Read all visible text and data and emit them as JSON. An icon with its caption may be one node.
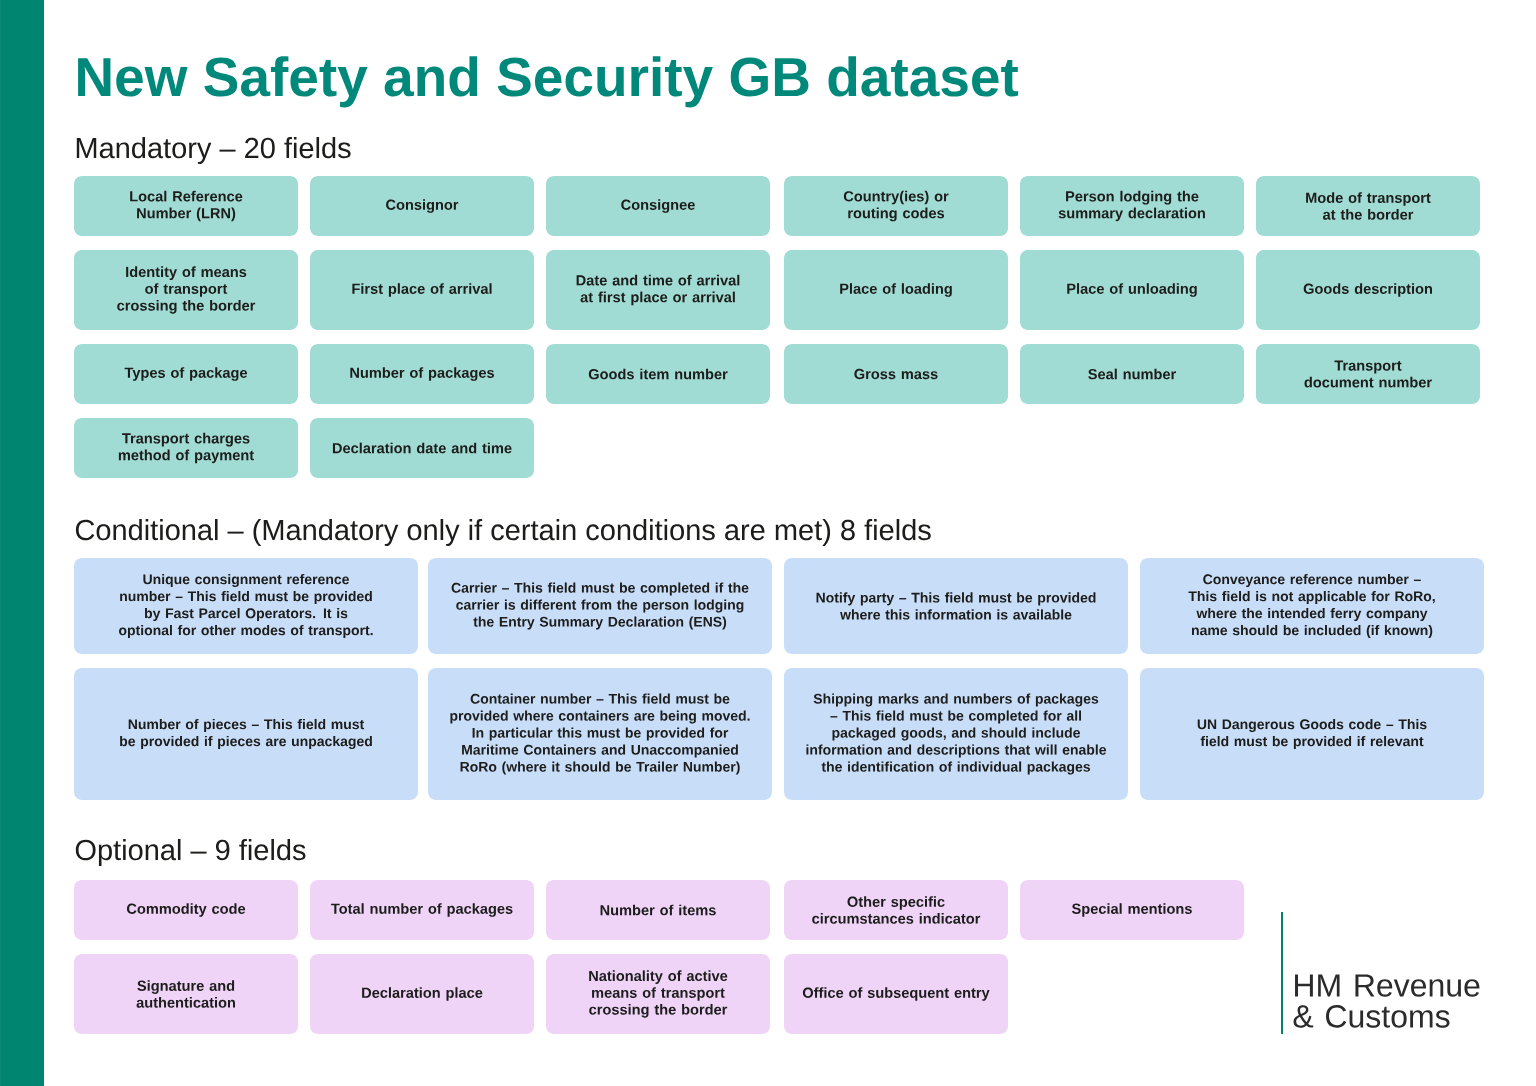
{
  "diagram": {
    "title": "New Safety and Security GB dataset",
    "nodes": [
      {
        "text": [
          "Local Reference Number (LRN)"
        ]
      },
      {
        "text": [
          "Consignor"
        ]
      },
      {
        "text": [
          "Consignee"
        ]
      },
      {
        "text": [
          "Country(ies) or routing codes"
        ]
      },
      {
        "text": [
          "Person lodging the summary declaration"
        ]
      },
      {
        "text": [
          "Mode of transport at the border"
        ]
      },
      {
        "text": [
          "Identity of means of transport crossing the border"
        ]
      },
      {
        "text": [
          "First place of arrival"
        ]
      },
      {
        "text": [
          "Date and time of arrival at first place or arrival"
        ]
      },
      {
        "text": [
          "Place of loading"
        ]
      },
      {
        "text": [
          "Place of unloading"
        ]
      },
      {
        "text": [
          "Goods description"
        ]
      },
      {
        "text": [
          "Types of package"
        ]
      },
      {
        "text": [
          "Number of packages"
        ]
      },
      {
        "text": [
          "Goods item number"
        ]
      },
      {
        "text": [
          "Gross mass"
        ]
      },
      {
        "text": [
          "Seal number"
        ]
      },
      {
        "text": [
          "Transport document number"
        ]
      },
      {
        "text": [
          "Transport charges method of payment"
        ]
      },
      {
        "text": [
          "Declaration date and time"
        ]
      },
      {
        "text": [
          "Unique consignment reference number – This field must be provided by Fast Parcel Operators. It is optional for other modes of transport."
        ]
      },
      {
        "text": [
          "Carrier – This field must be completed if the carrier is different from the person lodging the Entry Summary Declaration (ENS)"
        ]
      },
      {
        "text": [
          "Notify party – This field must be provided where this information is available"
        ]
      },
      {
        "text": [
          "Conveyance reference number – This field is not applicable for RoRo, where the intended ferry company name should be included (if known)"
        ]
      },
      {
        "text": [
          "Number of pieces – This field must be provided if pieces are unpackaged"
        ]
      },
      {
        "text": [
          "Container number – This field must be provided where containers are being moved. In particular this must be provided for Maritime Containers and Unaccompanied RoRo (where it should be Trailer Number)"
        ]
      },
      {
        "text": [
          "Shipping marks and numbers of packages – This field must be completed for all packaged goods, and should include information and descriptions that will enable the identification of individual packages"
        ]
      },
      {
        "text": [
          "UN Dangerous Goods code – This field must be provided if relevant"
        ]
      },
      {
        "text": [
          "Commodity code"
        ]
      },
      {
        "text": [
          "Total number of packages"
        ]
      },
      {
        "text": [
          "Number of items"
        ]
      },
      {
        "text": [
          "Other specific circumstances indicator"
        ]
      },
      {
        "text": [
          "Special mentions"
        ]
      },
      {
        "text": [
          "Signature and authentication"
        ]
      },
      {
        "text": [
          "Declaration place"
        ]
      },
      {
        "text": [
          "Nationality of active means of transport crossing the border"
        ]
      },
      {
        "text": [
          "Office of subsequent entry"
        ]
      },
      {
        "text": [],
        "shape": "bar"
      }
    ],
    "labels": [
      "Mandatory – 20 fields",
      "Conditional – (Mandatory only if certain conditions are met) 8 fields",
      "Optional – 9 fields",
      "HM Revenue & Customs"
    ]
  }
}
